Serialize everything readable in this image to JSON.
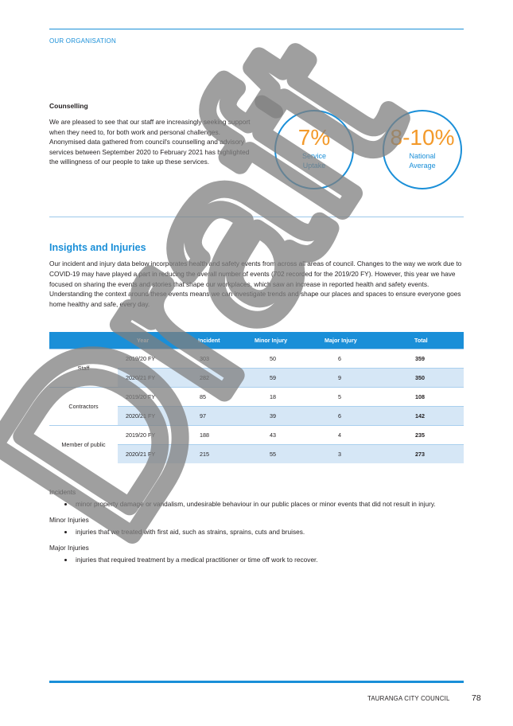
{
  "header": {
    "section": "OUR ORGANISATION"
  },
  "counselling": {
    "heading": "Counselling",
    "body": "We are pleased to see that our staff are increasingly seeking support when they need to, for both work and personal challenges. Anonymised data gathered from council's counselling and advisory services between September 2020 to February 2021 has highlighted the willingness of our people to take up these services.",
    "stats": [
      {
        "value": "7%",
        "label_line1": "Service",
        "label_line2": "Uptake"
      },
      {
        "value": "8-10%",
        "label_line1": "National",
        "label_line2": "Average"
      }
    ]
  },
  "insights": {
    "heading": "Insights and Injuries",
    "body": "Our incident and injury data below incorporates health and safety events from across all areas of council. Changes to the way we work due to COVID-19 may have played a part in reducing the overall number of events (702 recorded for the 2019/20 FY). However, this year we have focused on sharing the events and stories that shape our workplaces, which saw an increase in reported health and safety events. Understanding the context around these events means we can investigate trends and shape our places and spaces to ensure everyone goes home healthy and safe, every day."
  },
  "table": {
    "headers": [
      "",
      "Year",
      "Incident",
      "Minor Injury",
      "Major Injury",
      "Total"
    ],
    "groups": [
      {
        "name": "Staff",
        "rows": [
          {
            "year": "2019/20 FY",
            "incident": "303",
            "minor": "50",
            "major": "6",
            "total": "359"
          },
          {
            "year": "2020/21 FY",
            "incident": "282",
            "minor": "59",
            "major": "9",
            "total": "350"
          }
        ]
      },
      {
        "name": "Contractors",
        "rows": [
          {
            "year": "2019/20 FY",
            "incident": "85",
            "minor": "18",
            "major": "5",
            "total": "108"
          },
          {
            "year": "2020/21 FY",
            "incident": "97",
            "minor": "39",
            "major": "6",
            "total": "142"
          }
        ]
      },
      {
        "name": "Member of public",
        "rows": [
          {
            "year": "2019/20 FY",
            "incident": "188",
            "minor": "43",
            "major": "4",
            "total": "235"
          },
          {
            "year": "2020/21 FY",
            "incident": "215",
            "minor": "55",
            "major": "3",
            "total": "273"
          }
        ]
      }
    ]
  },
  "definitions": [
    {
      "category": "Incidents",
      "item": "minor property damage or vandalism, undesirable behaviour in our public places or minor events that did not result in injury."
    },
    {
      "category": "Minor Injuries",
      "item": "injuries that we treated with first aid, such as strains, sprains, cuts and bruises."
    },
    {
      "category": "Major Injuries",
      "item": "injuries that required treatment by a medical practitioner or time off work to recover."
    }
  ],
  "footer": {
    "organisation": "TAURANGA CITY COUNCIL",
    "page": "78"
  },
  "watermark": {
    "text": "Draft",
    "color": "#7f7f7f"
  },
  "colors": {
    "accent": "#1a8fd8",
    "stat": "#f39a2b",
    "row_alt": "#d6e7f6"
  }
}
